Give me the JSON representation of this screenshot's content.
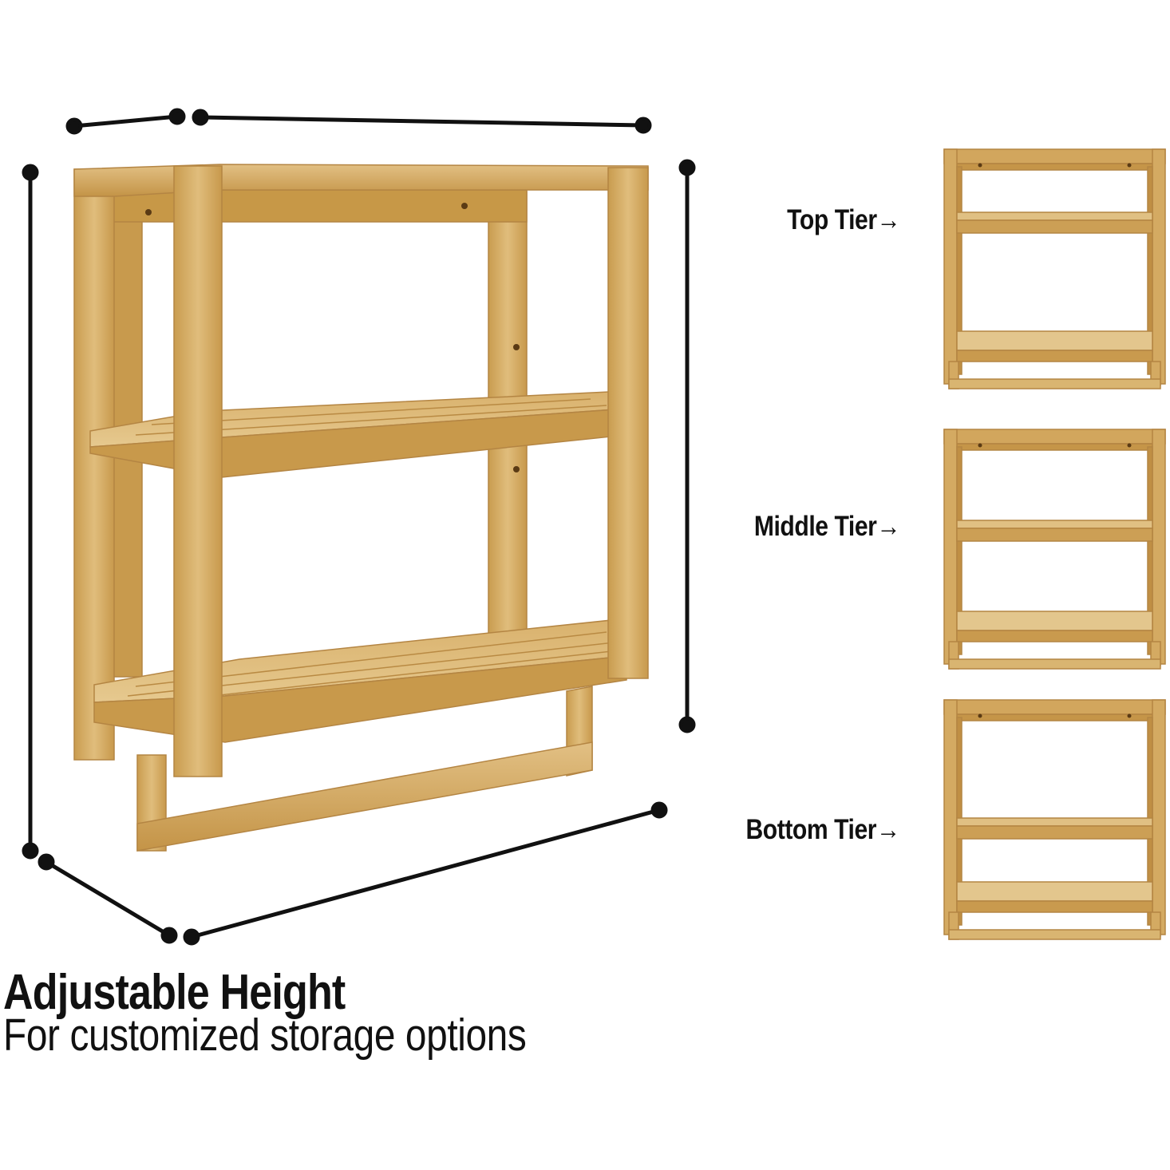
{
  "headline": "Adjustable Height",
  "subline": "For customized storage options",
  "tiers": [
    {
      "label": "Top Tier",
      "arrow": "→"
    },
    {
      "label": "Middle Tier",
      "arrow": "→"
    },
    {
      "label": "Bottom Tier",
      "arrow": "→"
    }
  ],
  "colors": {
    "wood_light": "#dcb877",
    "wood_mid": "#c99c4f",
    "wood_dark": "#a87a35",
    "dimension_line": "#111111",
    "text": "#111111"
  }
}
